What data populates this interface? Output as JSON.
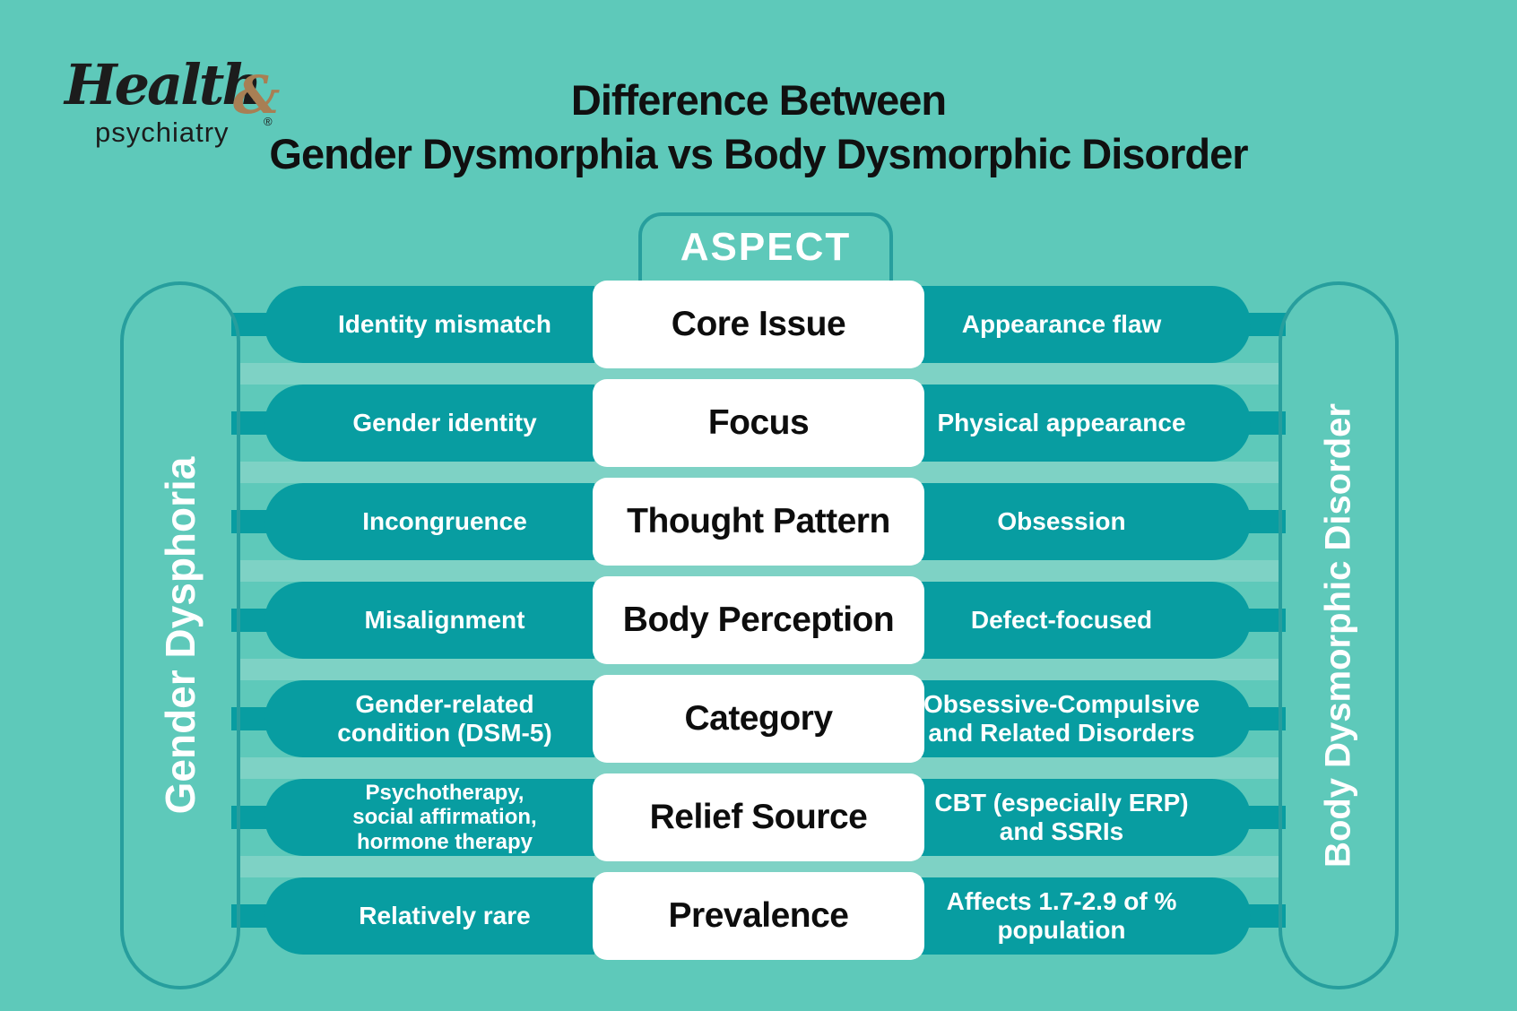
{
  "logo": {
    "script_word": "Health",
    "ampersand": "&",
    "sub_word": "psychiatry",
    "registered_mark": "®"
  },
  "title": {
    "line1": "Difference Between",
    "line2": "Gender Dysmorphia vs Body Dysmorphic Disorder"
  },
  "aspect_header": "ASPECT",
  "left_group_label": "Gender Dysphoria",
  "right_group_label": "Body Dysmorphic Disorder",
  "rows": [
    {
      "aspect": "Core Issue",
      "gender_dysphoria": "Identity mismatch",
      "body_dysmorphic_disorder": "Appearance flaw"
    },
    {
      "aspect": "Focus",
      "gender_dysphoria": "Gender identity",
      "body_dysmorphic_disorder": "Physical appearance"
    },
    {
      "aspect": "Thought Pattern",
      "gender_dysphoria": "Incongruence",
      "body_dysmorphic_disorder": "Obsession"
    },
    {
      "aspect": "Body Perception",
      "gender_dysphoria": "Misalignment",
      "body_dysmorphic_disorder": "Defect-focused"
    },
    {
      "aspect": "Category",
      "gender_dysphoria": "Gender-related\ncondition (DSM-5)",
      "body_dysmorphic_disorder": "Obsessive-Compulsive\nand Related Disorders"
    },
    {
      "aspect": "Relief Source",
      "gender_dysphoria": "Psychotherapy,\nsocial affirmation,\nhormone therapy",
      "body_dysmorphic_disorder": "CBT (especially ERP)\nand SSRIs"
    },
    {
      "aspect": "Prevalence",
      "gender_dysphoria": "Relatively rare",
      "body_dysmorphic_disorder": "Affects 1.7-2.9 of %\npopulation"
    }
  ],
  "colors": {
    "background": "#5ec9ba",
    "pill_dark_teal": "#089da1",
    "connector_band_light": "#7ed2c5",
    "outline_teal": "#279e9d",
    "card_white": "#ffffff",
    "text_black": "#101010",
    "logo_ampersand_bronze": "#a87f54"
  }
}
